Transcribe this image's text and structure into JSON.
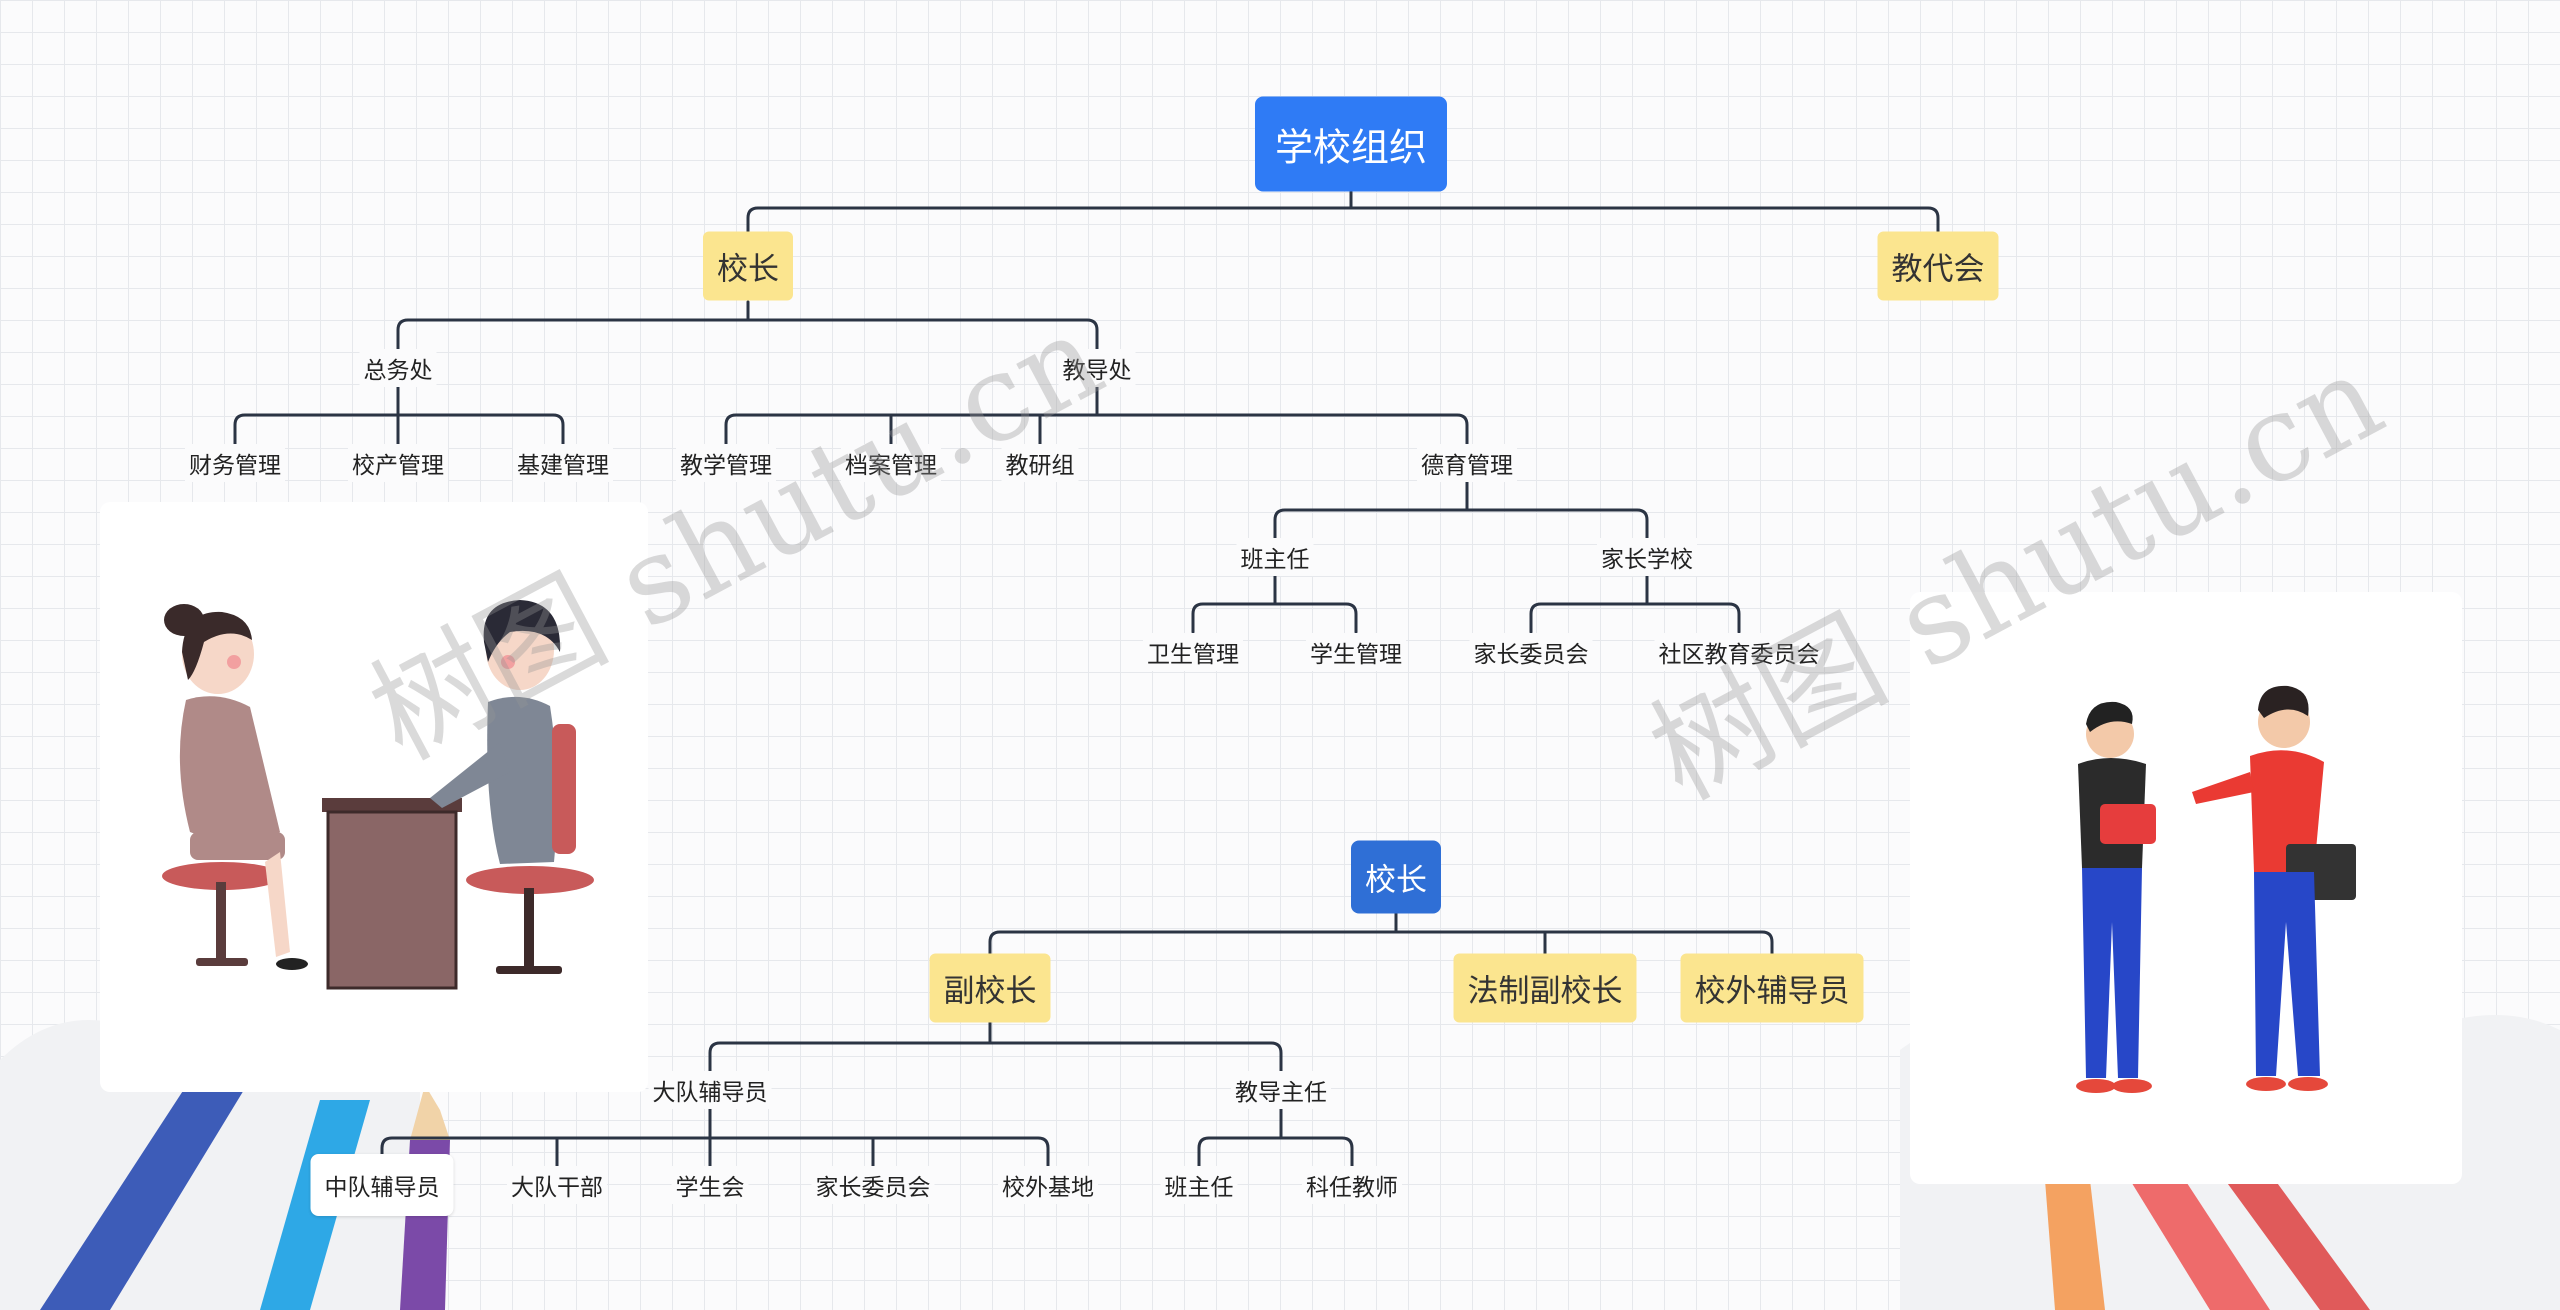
{
  "colors": {
    "line": "#2b3444",
    "root_blue": "#2f7bf5",
    "sub_blue": "#2f6fd6",
    "yellow": "#fbe58f"
  },
  "tree1": {
    "root": "学校组织",
    "principal": "校长",
    "staff_congress": "教代会",
    "general_affairs": "总务处",
    "finance": "财务管理",
    "campus_property": "校产管理",
    "construction": "基建管理",
    "academic_affairs": "教导处",
    "teaching": "教学管理",
    "archives": "档案管理",
    "research_group": "教研组",
    "moral_education": "德育管理",
    "class_teacher": "班主任",
    "hygiene": "卫生管理",
    "student_mgmt": "学生管理",
    "parent_school": "家长学校",
    "parent_committee": "家长委员会",
    "community_committee": "社区教育委员会"
  },
  "tree2": {
    "root": "校长",
    "vice_principal": "副校长",
    "legal_vice": "法制副校长",
    "outside_counselor": "校外辅导员",
    "brigade_counselor": "大队辅导员",
    "squadron_counselor": "中队辅导员",
    "brigade_cadre": "大队干部",
    "student_union": "学生会",
    "parent_committee": "家长委员会",
    "outside_base": "校外基地",
    "teaching_director": "教导主任",
    "class_teacher": "班主任",
    "subject_teacher": "科任教师"
  },
  "watermarks": [
    "树图 shutu.cn",
    "树图 shutu.cn"
  ]
}
